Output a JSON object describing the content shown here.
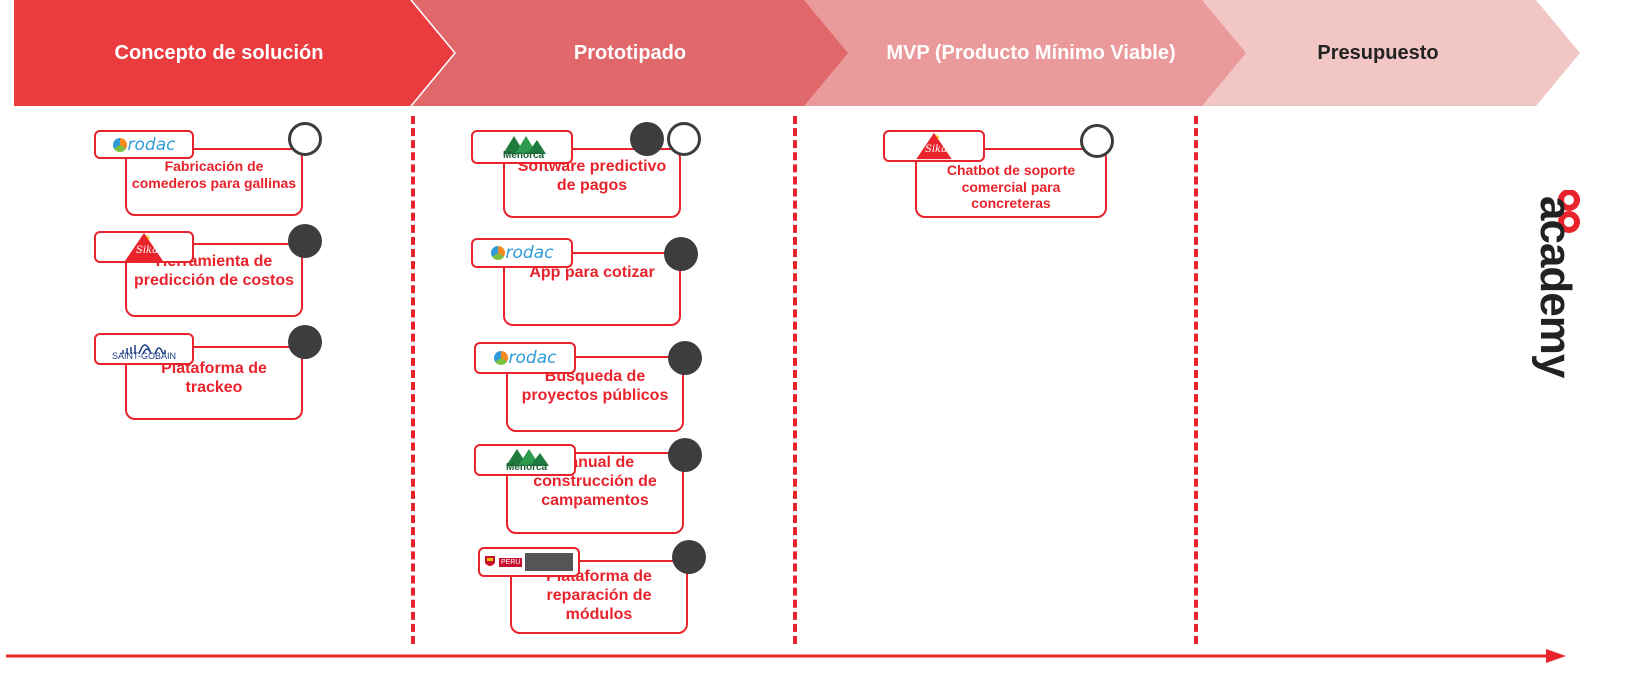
{
  "stages": [
    {
      "label": "Concepto de solución"
    },
    {
      "label": "Prototipado"
    },
    {
      "label": "MVP (Producto Mínimo Viable)"
    },
    {
      "label": "Presupuesto"
    }
  ],
  "colors": {
    "accent": "#e8232b",
    "stage_1": "#ea3b3f",
    "stage_2": "#e0676a",
    "stage_3": "#ea9a9b",
    "stage_4": "#f3c6c6",
    "status_dot": "#3d3d3d"
  },
  "projects": {
    "concepto": [
      {
        "title": "Fabricación de comederos para gallinas",
        "company_logo": "prodac",
        "logo_text": "rodac",
        "status": "empty"
      },
      {
        "title": "Herramienta de predicción de costos",
        "company_logo": "sika",
        "logo_text": "Sika",
        "status": "filled"
      },
      {
        "title": "Plataforma de trackeo",
        "company_logo": "saint-gobain",
        "logo_text": "SAINT-GOBAIN",
        "status": "filled"
      }
    ],
    "prototipado": [
      {
        "title": "Software predictivo de pagos",
        "company_logo": "menorca",
        "logo_text": "Menorca",
        "status": "filled-and-empty"
      },
      {
        "title": "App para cotizar",
        "company_logo": "prodac",
        "logo_text": "rodac",
        "status": "filled"
      },
      {
        "title": "Búsqueda de proyectos públicos",
        "company_logo": "prodac",
        "logo_text": "rodac",
        "status": "filled"
      },
      {
        "title": "Manual de construcción de campamentos",
        "company_logo": "menorca",
        "logo_text": "Menorca",
        "status": "filled"
      },
      {
        "title": "Plataforma de reparación de módulos",
        "company_logo": "ministerio-vivienda-peru",
        "logo_text": "PERÚ",
        "status": "filled"
      }
    ],
    "mvp": [
      {
        "title": "Chatbot de soporte comercial para concreteras",
        "company_logo": "sika",
        "logo_text": "Sika",
        "status": "empty"
      }
    ],
    "presupuesto": []
  },
  "brand": {
    "text": "academy"
  }
}
